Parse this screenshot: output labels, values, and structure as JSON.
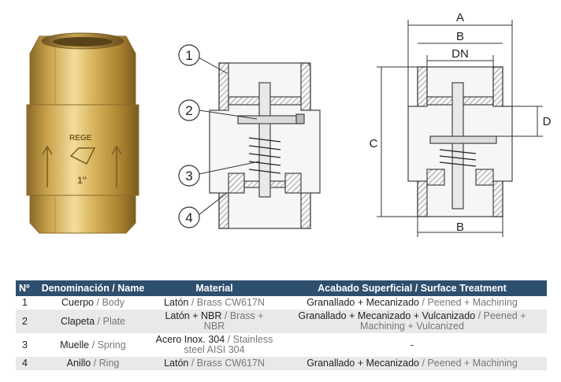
{
  "figures": {
    "callouts": [
      "1",
      "2",
      "3",
      "4"
    ],
    "dimensions": {
      "a": "A",
      "b_top": "B",
      "dn": "DN",
      "c": "C",
      "d": "D",
      "b_bottom": "B"
    },
    "photo_marks": {
      "brand": "REGE",
      "size": "1\""
    }
  },
  "table": {
    "headers": [
      "Nº",
      "Denominación / Name",
      "Material",
      "Acabado Superficial / Surface Treatment"
    ],
    "rows": [
      {
        "no": "1",
        "name_es": "Cuerpo",
        "name_en": "Body",
        "material_es": "Latón",
        "material_en": "Brass CW617N",
        "finish_es": "Granallado + Mecanizado",
        "finish_en": "Peened + Machining"
      },
      {
        "no": "2",
        "name_es": "Clapeta",
        "name_en": "Plate",
        "material_es": "Latón + NBR",
        "material_en": "Brass + NBR",
        "finish_es": "Granallado + Mecanizado + Vulcanizado",
        "finish_en": "Peened + Machining + Vulcanized"
      },
      {
        "no": "3",
        "name_es": "Muelle",
        "name_en": "Spring",
        "material_es": "Acero Inox. 304",
        "material_en": "Stainless steel AISI 304",
        "finish_es": "-",
        "finish_en": ""
      },
      {
        "no": "4",
        "name_es": "Anillo",
        "name_en": "Ring",
        "material_es": "Latón",
        "material_en": "Brass CW617N",
        "finish_es": "Granallado + Mecanizado",
        "finish_en": "Peened + Machining"
      }
    ]
  },
  "colors": {
    "header_bg": "#2f4f6f",
    "brass": "#c9a24a",
    "english_text": "#777777"
  }
}
